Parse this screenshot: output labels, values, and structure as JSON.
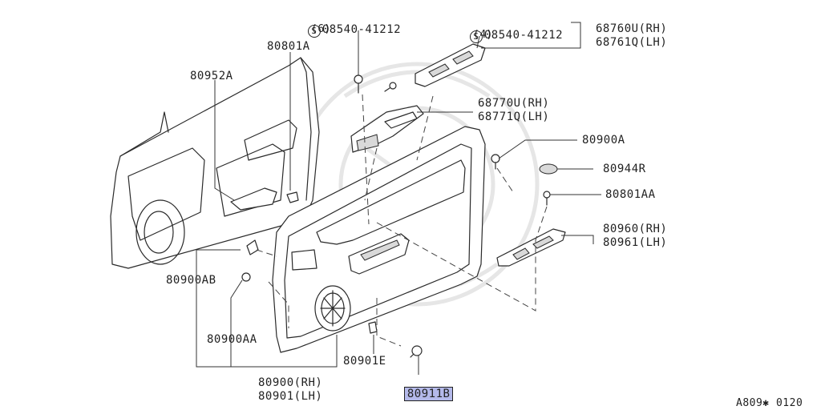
{
  "diagram_id": "A809✱ 0120",
  "screw_symbol": "S",
  "labels": {
    "screw_a_part": "08540-41212",
    "screw_a_qty": "(6)",
    "screw_b_part": "08540-41212",
    "screw_b_qty": "(4)",
    "p80801A": "80801A",
    "p80952A": "80952A",
    "p68760U": "68760U(RH)",
    "p68761Q": "68761Q(LH)",
    "p68770U": "68770U(RH)",
    "p68771Q": "68771Q(LH)",
    "p80900A": "80900A",
    "p80944R": "80944R",
    "p80801AA": "80801AA",
    "p80960": "80960(RH)",
    "p80961": "80961(LH)",
    "p80900AB": "80900AB",
    "p80900AA": "80900AA",
    "p80901E": "80901E",
    "p80911B": "80911B",
    "p80900": "80900(RH)",
    "p80901": "80901(LH)"
  },
  "highlight_color": "#b4b9ea"
}
